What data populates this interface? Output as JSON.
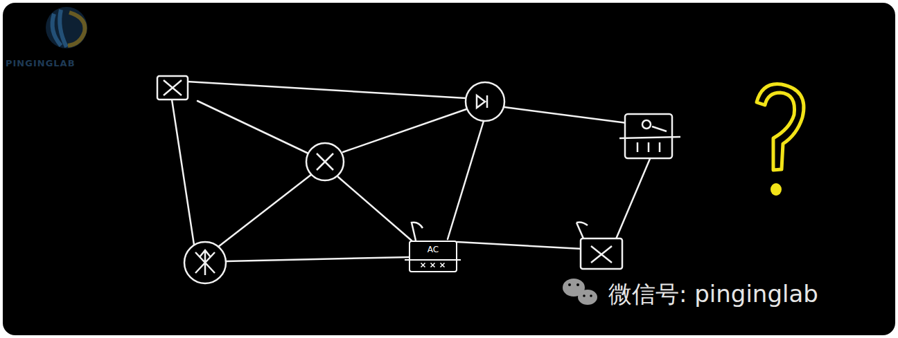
{
  "diagram": {
    "nodes": [
      {
        "text": [
          "AC"
        ]
      }
    ],
    "labels": [
      "PINGINGLAB",
      "微信号: pinginglab"
    ]
  }
}
